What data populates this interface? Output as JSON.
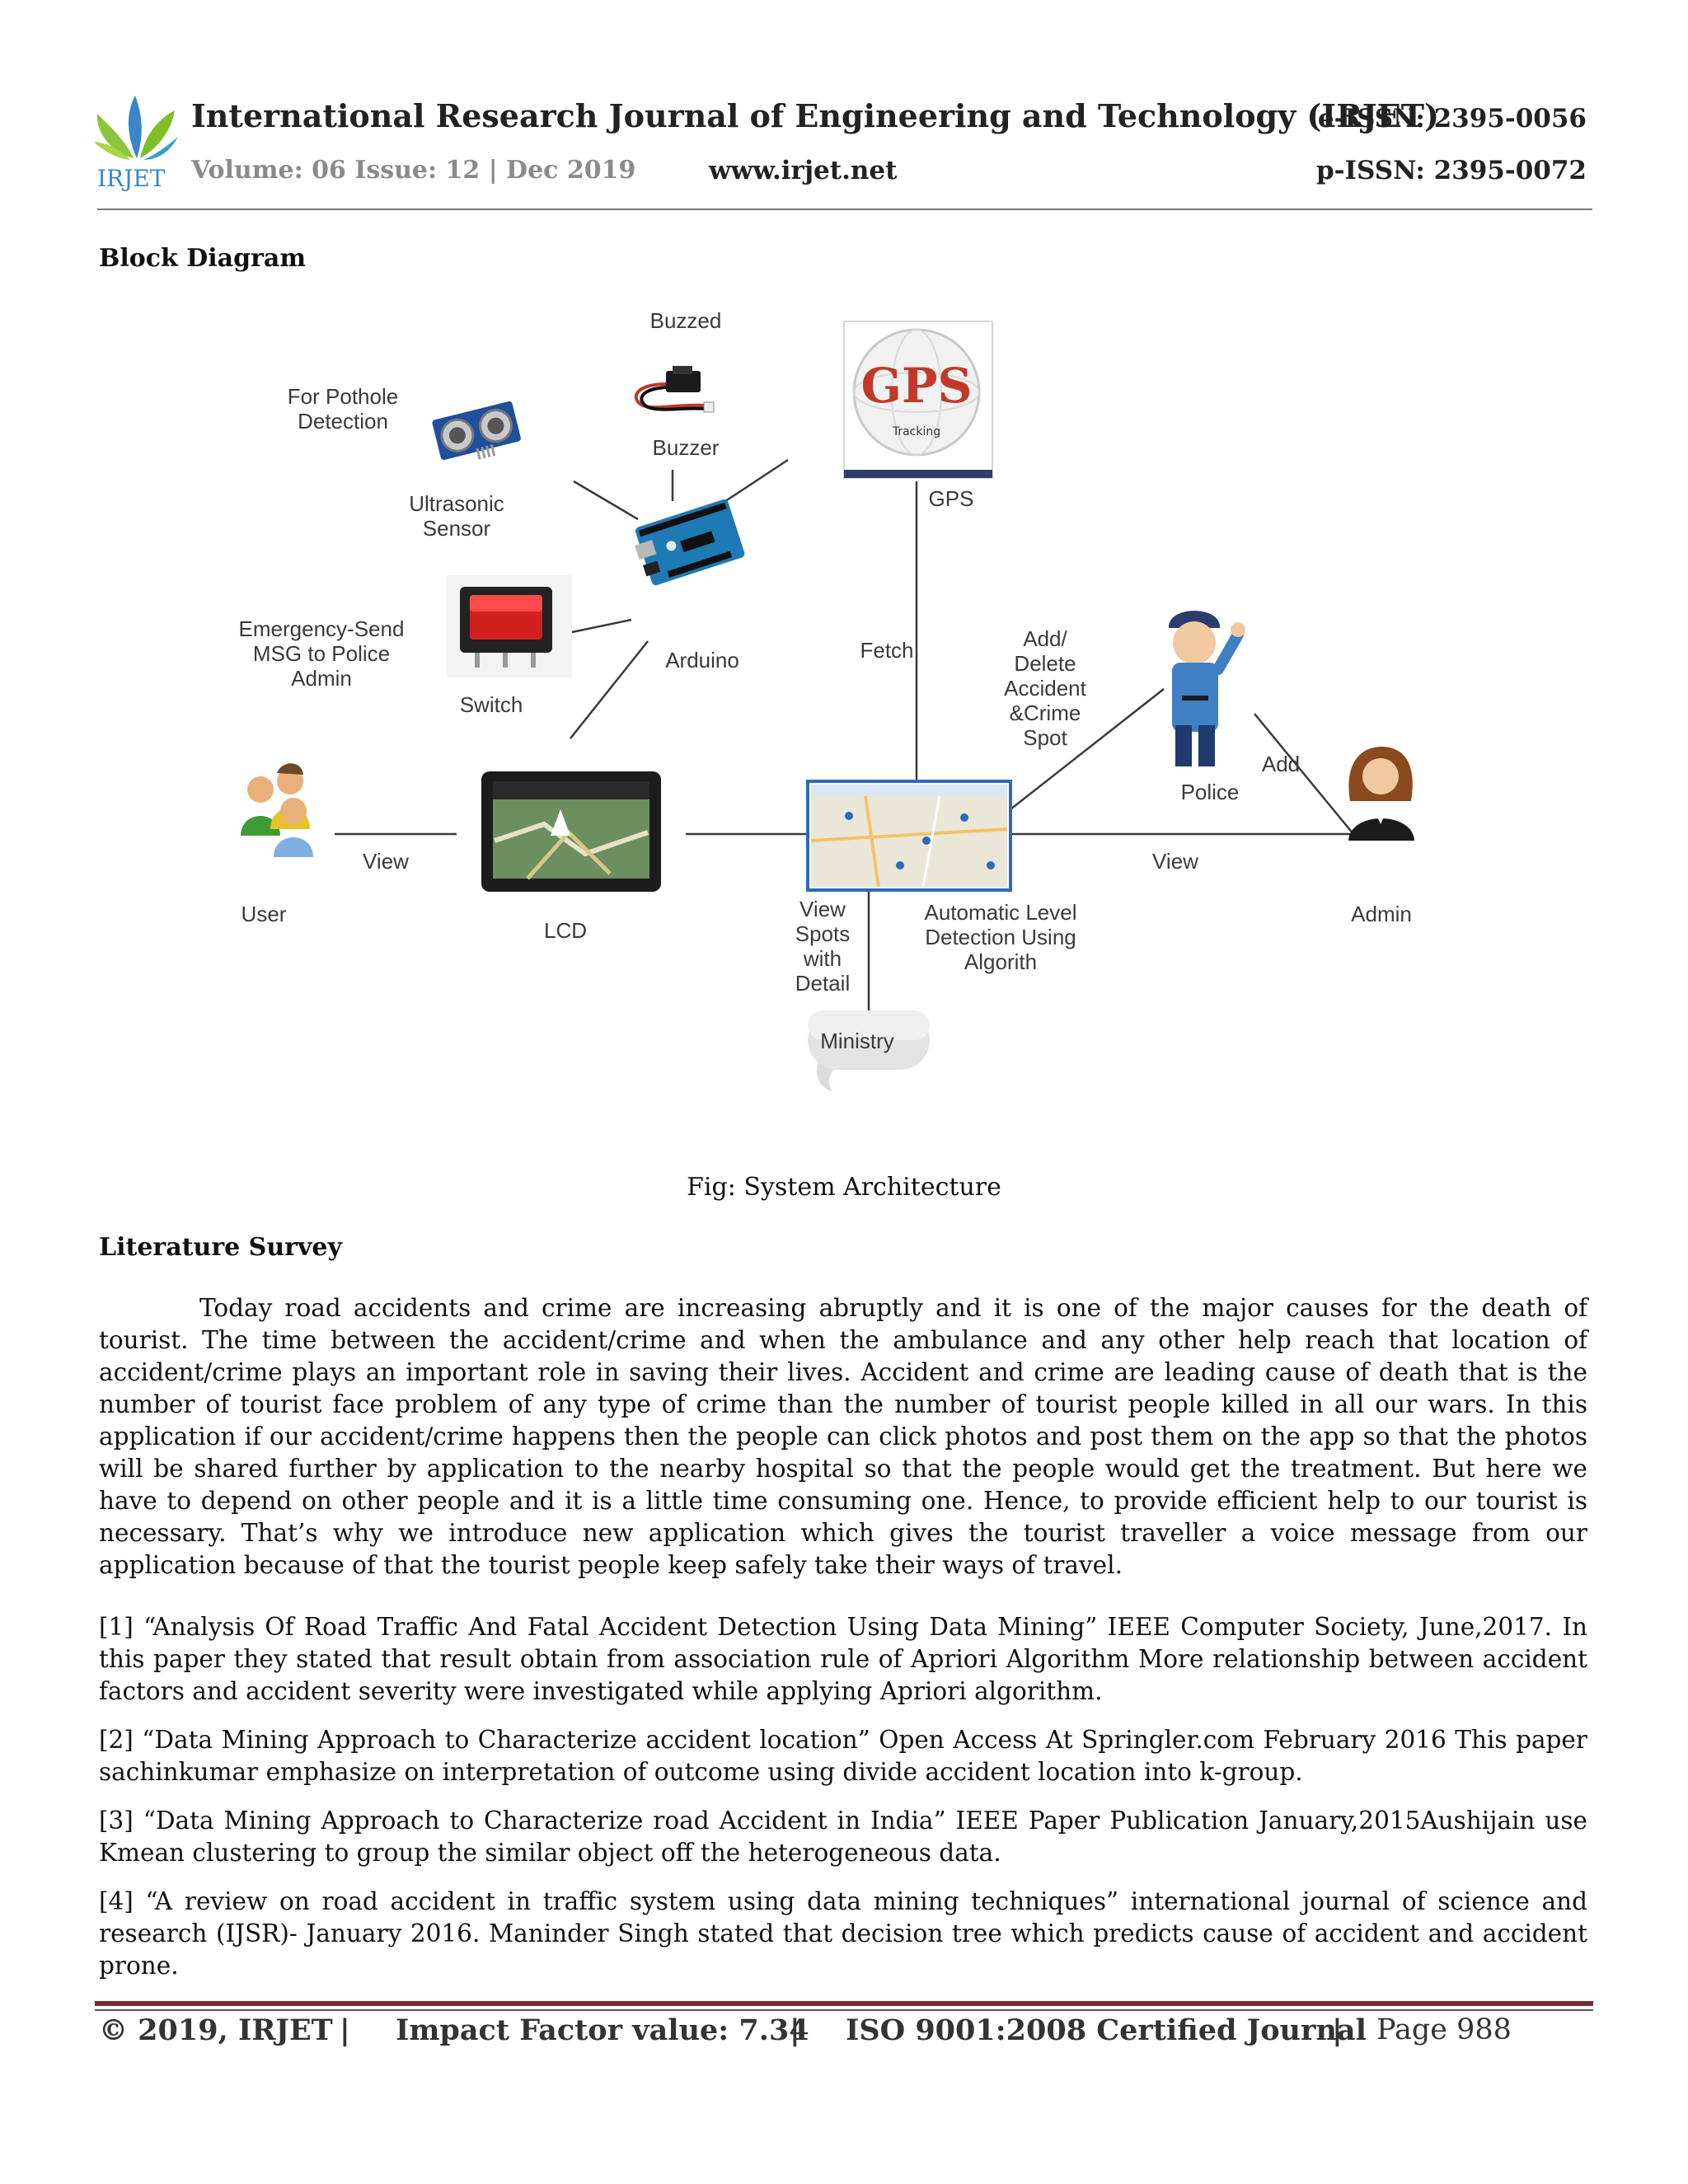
{
  "header": {
    "logo_text": "IRJET",
    "journal_title": "International Research Journal of Engineering and Technology (IRJET)",
    "e_issn": "e-ISSN: 2395-0056",
    "volume": "Volume: 06 Issue: 12 | Dec 2019",
    "website": "www.irjet.net",
    "p_issn": "p-ISSN: 2395-0072"
  },
  "block_heading": "Block Diagram",
  "diagram": {
    "nodes": {
      "buzzed": "Buzzed",
      "buzzer": "Buzzer",
      "pothole_1": "For Pothole",
      "pothole_2": "Detection",
      "ultrasonic_1": "Ultrasonic",
      "ultrasonic_2": "Sensor",
      "gps_label": "GPS",
      "gps_globe": "GPS",
      "gps_tracking": "Tracking",
      "arduino": "Arduino",
      "emergency_1": "Emergency-Send",
      "emergency_2": "MSG to Police",
      "emergency_3": "Admin",
      "switch": "Switch",
      "fetch": "Fetch",
      "add_delete_1": "Add/",
      "add_delete_2": "Delete",
      "add_delete_3": "Accident",
      "add_delete_4": "&Crime",
      "add_delete_5": "Spot",
      "police": "Police",
      "add": "Add",
      "user": "User",
      "view_user": "View",
      "lcd": "LCD",
      "view_admin": "View",
      "admin": "Admin",
      "view_spots_1": "View",
      "view_spots_2": "Spots",
      "view_spots_3": "with",
      "view_spots_4": "Detail",
      "auto_1": "Automatic Level",
      "auto_2": "Detection Using",
      "auto_3": "Algorith",
      "ministry": "Ministry"
    }
  },
  "caption": "Fig: System Architecture",
  "literature_heading": "Literature Survey",
  "paragraphs": [
    "Today road accidents and crime are increasing abruptly and it is one of the major causes for the death of tourist. The time between the accident/crime and when the ambulance and any other help reach that location of accident/crime plays an important role in saving their lives. Accident and crime are leading cause of death that is the number of tourist face problem of any type of crime than the number of tourist people killed in all our wars. In this application if our accident/crime happens then the people can click photos and post them on the app so that the photos will be shared further by application to the nearby hospital so that the people would get the treatment. But here we have to depend on other people and it is a little time consuming one. Hence, to provide efficient help to our tourist is necessary. That’s why we introduce new application which gives the tourist traveller a voice message from our application because of that the tourist people keep safely take their ways of travel."
  ],
  "references": [
    "[1] “Analysis Of Road Traffic And Fatal Accident Detection Using Data Mining” IEEE Computer Society, June,2017. In this paper they stated that result obtain from association rule of Apriori Algorithm More relationship between accident factors and accident severity were investigated while applying Apriori algorithm.",
    "[2] “Data Mining Approach to Characterize accident location” Open Access At Springler.com February 2016 This paper sachinkumar emphasize on interpretation of outcome using divide accident location into k-group.",
    "[3] “Data Mining Approach to Characterize road Accident in India” IEEE Paper Publication January,2015Aushijain use Kmean clustering to group the similar object off the heterogeneous data.",
    "[4] “A review on road accident in traffic system using data mining techniques” international journal of science and research (IJSR)- January 2016. Maninder Singh stated that decision tree which predicts cause of accident and accident prone."
  ],
  "footer": {
    "copyright": "© 2019, IRJET",
    "sep1": "|",
    "impact": "Impact Factor value: 7.34",
    "sep2": "|",
    "iso": "ISO 9001:2008 Certified Journal",
    "sep3": "|",
    "page": "Page 988"
  },
  "colors": {
    "logo_green": "#7cbf2a",
    "logo_blue": "#3a86c8",
    "footer_rule": "#7a2a2a"
  }
}
